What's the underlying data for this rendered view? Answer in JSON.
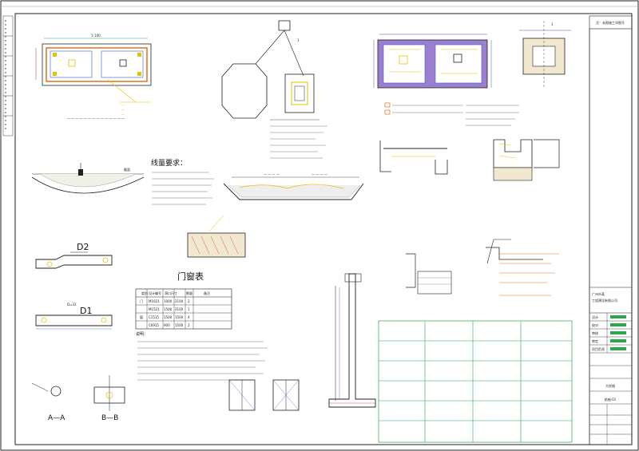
{
  "top_note": "注：未图施工详图号",
  "plan_view": {
    "dimension_label": "5 100"
  },
  "section_a_title": "截面",
  "requirements_title": "线量要求：",
  "door_window_table": {
    "title": "门窗表",
    "headers": [
      "类别",
      "设计编号",
      "洞口尺寸",
      "数量",
      "备注"
    ],
    "rows": [
      [
        "门",
        "M1021",
        "1000",
        "2100",
        "2",
        ""
      ],
      [
        "",
        "M1521",
        "1500",
        "2100",
        "1",
        ""
      ],
      [
        "窗",
        "C1515",
        "1500",
        "1500",
        "4",
        ""
      ],
      [
        "",
        "C0915",
        "900",
        "1500",
        "2",
        ""
      ]
    ]
  },
  "notes_title": "说明：",
  "component_labels": {
    "d2": "D2",
    "d1": "D1",
    "d1_dim": "D=32",
    "section_aa": "A—A",
    "section_bb": "B—B"
  },
  "title_block": {
    "project": "广州市某",
    "company": "工程建设有限公司",
    "rows": [
      "设计",
      "校对",
      "审核",
      "审定",
      "项目负责"
    ],
    "sheet_name": "大样图",
    "drawing_no": "结施-01"
  },
  "colors": {
    "linework": "#222222",
    "annotation": "#e6c200",
    "wall_fill": "#9a7fd1",
    "dim_blue": "#3a5fcd",
    "grid_green": "#2aa84a",
    "hatch_red": "#cc3333",
    "leader_orange": "#e07020"
  }
}
